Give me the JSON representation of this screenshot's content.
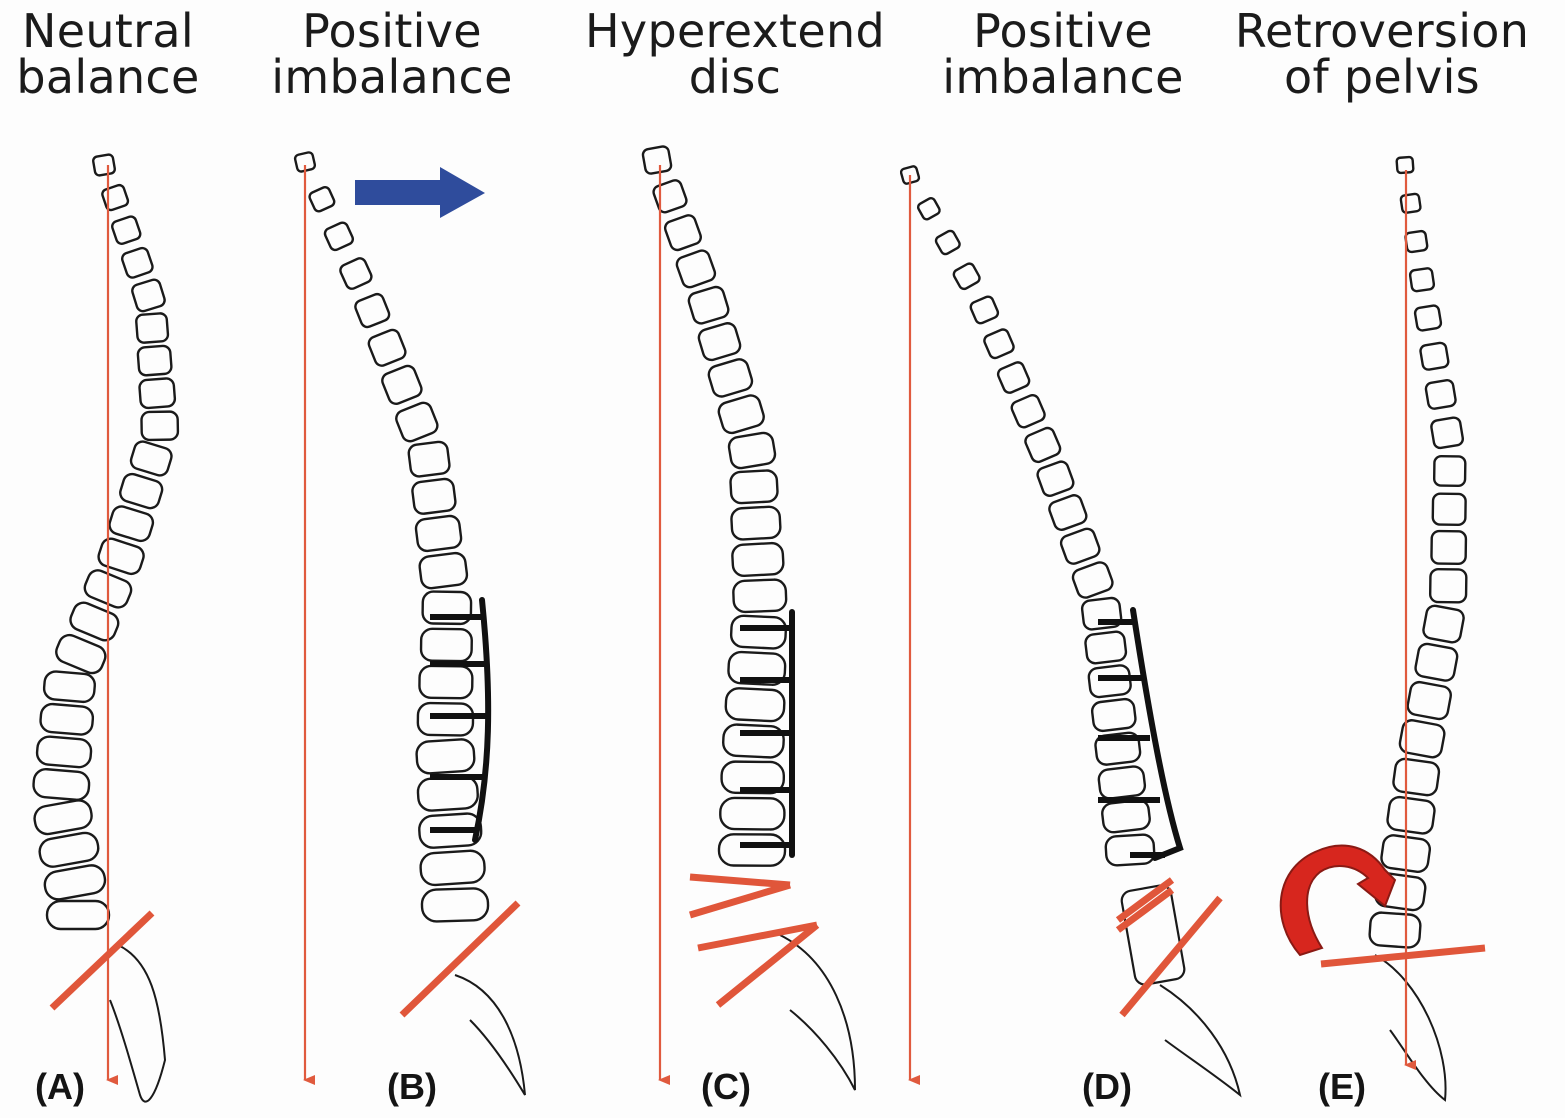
{
  "panels": [
    {
      "title_line1": "Neutral",
      "title_line2": "balance",
      "label": "(A)"
    },
    {
      "title_line1": "Positive",
      "title_line2": "imbalance",
      "label": "(B)"
    },
    {
      "title_line1": "Hyperextend",
      "title_line2": "disc",
      "label": "(C)"
    },
    {
      "title_line1": "Positive",
      "title_line2": "imbalance",
      "label": "(D)"
    },
    {
      "title_line1": "Retroversion",
      "title_line2": "of pelvis",
      "label": "(E)"
    }
  ],
  "colors": {
    "plumb_line": "#e05a3e",
    "vertebra_outline": "#1a1a1a",
    "fusion_rod": "#111111",
    "sacral_line": "#e0563a",
    "shift_arrow": "#2f4c9c",
    "rotation_arrow": "#d7261e"
  }
}
